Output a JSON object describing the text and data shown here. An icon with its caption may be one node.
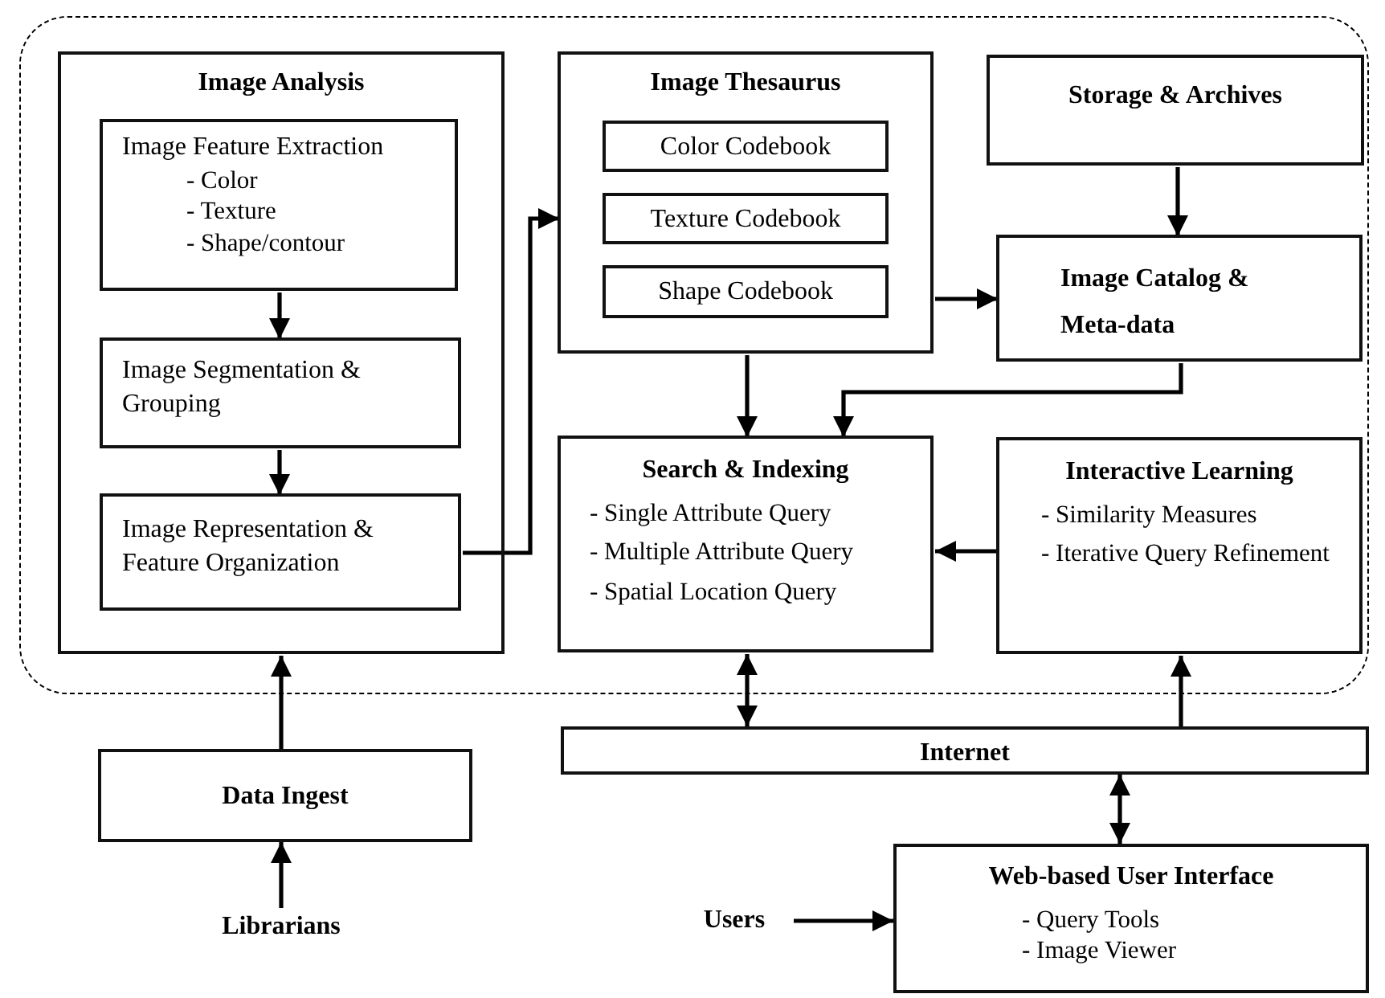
{
  "diagram": {
    "nodes": [
      {
        "text": [],
        "shape": "box"
      },
      {
        "text": [
          "Image Analysis"
        ],
        "in": 0
      },
      {
        "text": [
          "Image Feature Extraction",
          "- Color",
          "- Texture",
          "- Shape/contour"
        ],
        "in": 1
      },
      {
        "text": [
          "Image Segmentation & Grouping"
        ],
        "in": 1
      },
      {
        "text": [
          "Image Representation & Feature Organization"
        ],
        "in": 1
      },
      {
        "text": [
          "Image Thesaurus"
        ],
        "in": 0
      },
      {
        "text": [
          "Color Codebook"
        ],
        "in": 5
      },
      {
        "text": [
          "Texture Codebook"
        ],
        "in": 5
      },
      {
        "text": [
          "Shape Codebook"
        ],
        "in": 5
      },
      {
        "text": [
          "Storage & Archives"
        ],
        "in": 0
      },
      {
        "text": [
          "Image Catalog & Meta-data"
        ],
        "in": 0
      },
      {
        "text": [
          "Search & Indexing",
          "- Single Attribute Query",
          "- Multiple Attribute Query",
          "- Spatial Location Query"
        ],
        "in": 0
      },
      {
        "text": [
          "Interactive Learning",
          "- Similarity Measures",
          "- Iterative Query Refinement"
        ],
        "in": 0
      },
      {
        "text": [
          "Internet"
        ]
      },
      {
        "text": [
          "Data Ingest"
        ]
      },
      {
        "text": [
          "Librarians"
        ]
      },
      {
        "text": [
          "Users"
        ]
      },
      {
        "text": [
          "Web-based User Interface",
          "- Query Tools",
          "- Image Viewer"
        ]
      }
    ],
    "edges": [
      {
        "from": 2,
        "to": 3,
        "arrow": "to"
      },
      {
        "from": 3,
        "to": 4,
        "arrow": "to"
      },
      {
        "from": 4,
        "to": 5,
        "arrow": "to"
      },
      {
        "from": 9,
        "to": 10,
        "arrow": "to"
      },
      {
        "from": 5,
        "to": 10,
        "arrow": "to"
      },
      {
        "from": 5,
        "to": 11,
        "arrow": "to"
      },
      {
        "from": 10,
        "to": 11,
        "arrow": "to"
      },
      {
        "from": 12,
        "to": 11,
        "arrow": "to"
      },
      {
        "from": 11,
        "to": 13,
        "arrow": "both"
      },
      {
        "from": 13,
        "to": 12,
        "arrow": "to"
      },
      {
        "from": 13,
        "to": 17,
        "arrow": "both"
      },
      {
        "from": 14,
        "to": 1,
        "arrow": "to"
      },
      {
        "from": 15,
        "to": 14,
        "arrow": "to"
      },
      {
        "from": 16,
        "to": 17,
        "arrow": "to"
      }
    ]
  }
}
